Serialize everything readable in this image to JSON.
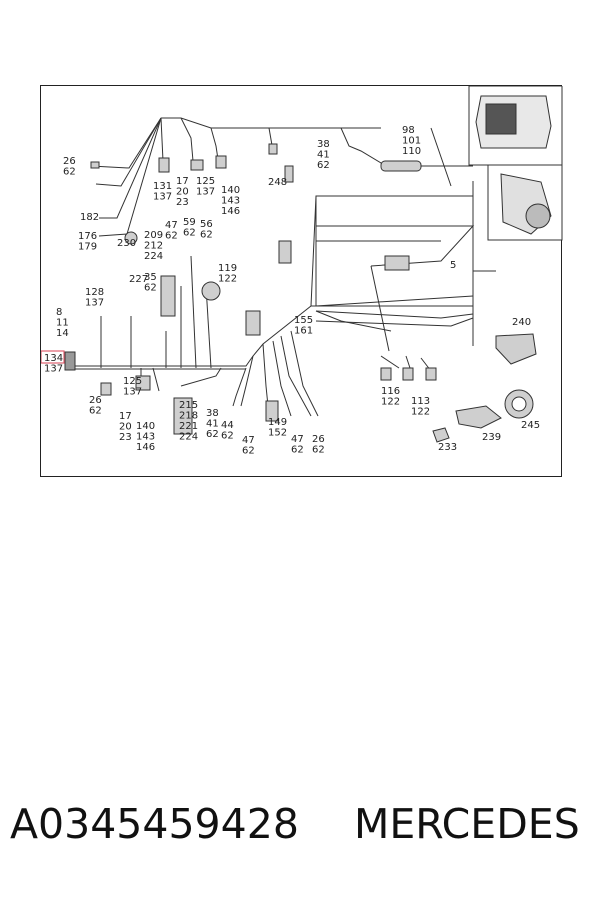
{
  "diagram": {
    "callouts": [
      {
        "id": "c-26-62-a",
        "lines": [
          "26",
          "62"
        ]
      },
      {
        "id": "c-131-137",
        "lines": [
          "131",
          "137"
        ]
      },
      {
        "id": "c-17-20-23-a",
        "lines": [
          "17",
          "20",
          "23"
        ]
      },
      {
        "id": "c-125-137-a",
        "lines": [
          "125",
          "137"
        ]
      },
      {
        "id": "c-140-143-146-a",
        "lines": [
          "140",
          "143",
          "146"
        ]
      },
      {
        "id": "c-248",
        "lines": [
          "248"
        ]
      },
      {
        "id": "c-38-41-62-a",
        "lines": [
          "38",
          "41",
          "62"
        ]
      },
      {
        "id": "c-98-101-110",
        "lines": [
          "98",
          "101",
          "110"
        ]
      },
      {
        "id": "c-182",
        "lines": [
          "182"
        ]
      },
      {
        "id": "c-176-179",
        "lines": [
          "176",
          "179"
        ]
      },
      {
        "id": "c-230",
        "lines": [
          "230"
        ]
      },
      {
        "id": "c-209-212-224",
        "lines": [
          "209",
          "212",
          "224"
        ]
      },
      {
        "id": "c-47-62-a",
        "lines": [
          "47",
          "62"
        ]
      },
      {
        "id": "c-59-62",
        "lines": [
          "59",
          "62"
        ]
      },
      {
        "id": "c-56-62",
        "lines": [
          "56",
          "62"
        ]
      },
      {
        "id": "c-227",
        "lines": [
          "227"
        ]
      },
      {
        "id": "c-35-62",
        "lines": [
          "35",
          "62"
        ]
      },
      {
        "id": "c-119-122",
        "lines": [
          "119",
          "122"
        ]
      },
      {
        "id": "c-5",
        "lines": [
          "5"
        ]
      },
      {
        "id": "c-8-11-14",
        "lines": [
          "8",
          "11",
          "14"
        ]
      },
      {
        "id": "c-128-137",
        "lines": [
          "128",
          "137"
        ]
      },
      {
        "id": "c-240",
        "lines": [
          "240"
        ]
      },
      {
        "id": "c-155-161",
        "lines": [
          "155",
          "161"
        ]
      },
      {
        "id": "c-134-137",
        "lines": [
          "134",
          "137"
        ]
      },
      {
        "id": "c-125-137-b",
        "lines": [
          "125",
          "137"
        ]
      },
      {
        "id": "c-26-62-b",
        "lines": [
          "26",
          "62"
        ]
      },
      {
        "id": "c-17-20-23-b",
        "lines": [
          "17",
          "20",
          "23"
        ]
      },
      {
        "id": "c-140-143-146-b",
        "lines": [
          "140",
          "143",
          "146"
        ]
      },
      {
        "id": "c-215-218-221-224",
        "lines": [
          "215",
          "218",
          "221",
          "224"
        ]
      },
      {
        "id": "c-38-41-62-b",
        "lines": [
          "38",
          "41",
          "62"
        ]
      },
      {
        "id": "c-44-62",
        "lines": [
          "44",
          "62"
        ]
      },
      {
        "id": "c-47-62-b",
        "lines": [
          "47",
          "62"
        ]
      },
      {
        "id": "c-149-152",
        "lines": [
          "149",
          "152"
        ]
      },
      {
        "id": "c-47-62-c",
        "lines": [
          "47",
          "62"
        ]
      },
      {
        "id": "c-26-62-c",
        "lines": [
          "26",
          "62"
        ]
      },
      {
        "id": "c-116-122",
        "lines": [
          "116",
          "122"
        ]
      },
      {
        "id": "c-113-122",
        "lines": [
          "113",
          "122"
        ]
      },
      {
        "id": "c-239",
        "lines": [
          "239"
        ]
      },
      {
        "id": "c-233",
        "lines": [
          "233"
        ]
      },
      {
        "id": "c-245",
        "lines": [
          "245"
        ]
      }
    ],
    "colors": {
      "line": "#333333",
      "highlight": "#e06070",
      "fill": "#cfcfcf"
    }
  },
  "caption": {
    "part_number": "A0345459428",
    "brand": "MERCEDES"
  }
}
